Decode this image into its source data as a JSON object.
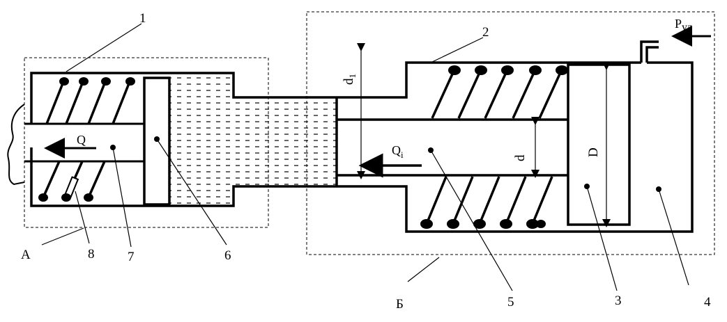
{
  "figure": {
    "callouts": [
      "1",
      "2",
      "3",
      "4",
      "5",
      "6",
      "7",
      "8"
    ],
    "zone_a": "А",
    "zone_b": "Б",
    "flow_left": "Q",
    "flow_right": "Q",
    "flow_right_sub": "i",
    "dim_d1": "d",
    "dim_d1_sub": "1",
    "dim_d": "d",
    "dim_D": "D",
    "pressure": "P",
    "pressure_sub": "уд"
  }
}
